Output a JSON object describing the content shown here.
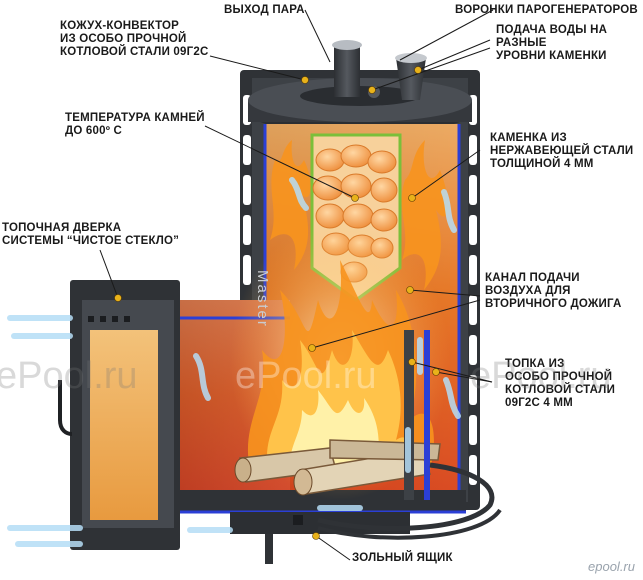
{
  "labels": {
    "convector": [
      "КОЖУХ-КОНВЕКТОР",
      "ИЗ ОСОБО ПРОЧНОЙ",
      "КОТЛОВОЙ СТАЛИ 09Г2С"
    ],
    "steam_exit": [
      "ВЫХОД ПАРА"
    ],
    "funnels": [
      "ВОРОНКИ ПАРОГЕНЕРАТОРОВ"
    ],
    "water_supply": [
      "ПОДАЧА ВОДЫ НА",
      "РАЗНЫЕ",
      "УРОВНИ КАМЕНКИ"
    ],
    "stone_temp": [
      "ТЕМПЕРАТУРА КАМНЕЙ",
      "ДО 600º С"
    ],
    "stone_box": [
      "КАМЕНКА ИЗ",
      "НЕРЖАВЕЮЩЕЙ СТАЛИ",
      "ТОЛЩИНОЙ 4 ММ"
    ],
    "door": [
      "ТОПОЧНАЯ ДВЕРКА",
      "СИСТЕМЫ “ЧИСТОЕ СТЕКЛО”"
    ],
    "air_channel": [
      "КАНАЛ ПОДАЧИ",
      "ВОЗДУХА ДЛЯ",
      "ВТОРИЧНОГО ДОЖИГА"
    ],
    "firebox": [
      "ТОПКА  ИЗ",
      "ОСОБО ПРОЧНОЙ",
      "КОТЛОВОЙ СТАЛИ",
      "09Г2С 4 ММ"
    ],
    "ash_box": [
      "ЗОЛЬНЫЙ ЯЩИК"
    ]
  },
  "stove_brand": "Master",
  "watermarks": [
    "ePool.ru",
    "ePool.ru",
    "ePool.ru"
  ],
  "corner_brand": "epool.ru",
  "colors": {
    "stove_metal": "#3a3d42",
    "firebox_red": "#b5342c",
    "flame_orange": "#f58a1f",
    "flame_yellow": "#ffd24a",
    "stone_orange": "#f2a25a",
    "blue_edge": "#2b3fd6",
    "airflow": "#9fd3f5",
    "label_dot": "#e8b21a"
  }
}
